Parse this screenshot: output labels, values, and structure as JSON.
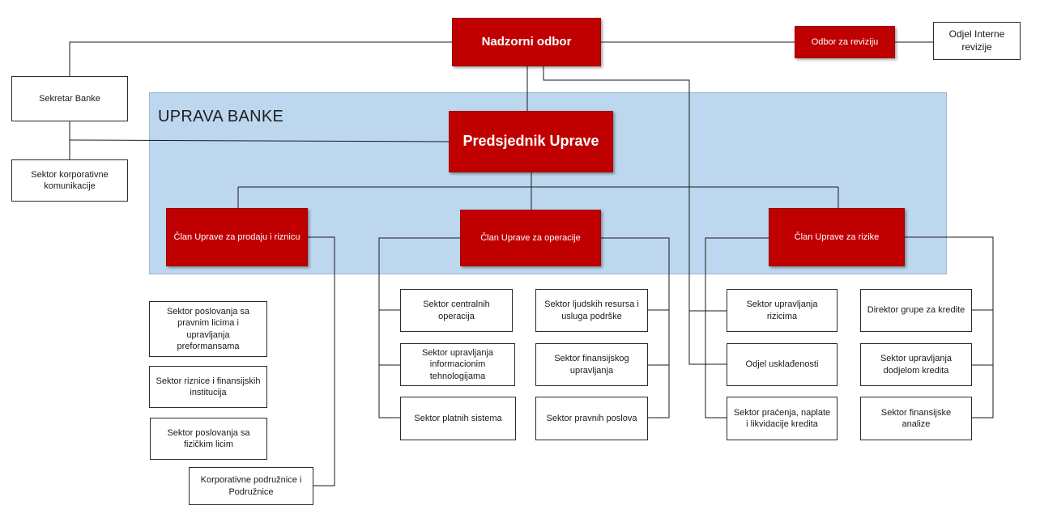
{
  "colors": {
    "board_red": "#c00000",
    "management_panel": "#bdd7ee",
    "connector": "#1a1a1a",
    "unit_box_border": "#2b2b2b"
  },
  "top": {
    "supervisory_board": "Nadzorni odbor",
    "audit_committee": "Odbor za reviziju",
    "internal_audit": "Odjel Interne revizije"
  },
  "staff": {
    "bank_secretary": "Sekretar Banke",
    "corporate_communication": "Sektor korporativne komunikacije"
  },
  "management": {
    "panel_title": "UPRAVA BANKE",
    "president": "Predsjednik Uprave",
    "members": {
      "sales": "Član Uprave za prodaju i riznicu",
      "operations": "Član Uprave za operacije",
      "risk": "Član Uprave za rizike"
    }
  },
  "sales_units": [
    "Sektor poslovanja sa pravnim licima i upravljanja preformansama",
    "Sektor riznice i finansijskih institucija",
    "Sektor poslovanja sa fizičkim licim",
    "Korporativne podružnice i Podružnice"
  ],
  "operations_units": {
    "left": [
      "Sektor centralnih operacija",
      "Sektor upravljanja informacionim tehnologijama",
      "Sektor platnih sistema"
    ],
    "right": [
      "Sektor ljudskih resursa i usluga podrške",
      "Sektor finansijskog upravljanja",
      "Sektor pravnih poslova"
    ]
  },
  "risk_units": {
    "left": [
      "Sektor upravljanja rizicima",
      "Odjel usklađenosti",
      "Sektor praćenja, naplate i likvidacije kredita"
    ],
    "right": [
      "Direktor grupe za kredite",
      "Sektor upravljanja dodjelom kredita",
      "Sektor finansijske analize"
    ]
  }
}
